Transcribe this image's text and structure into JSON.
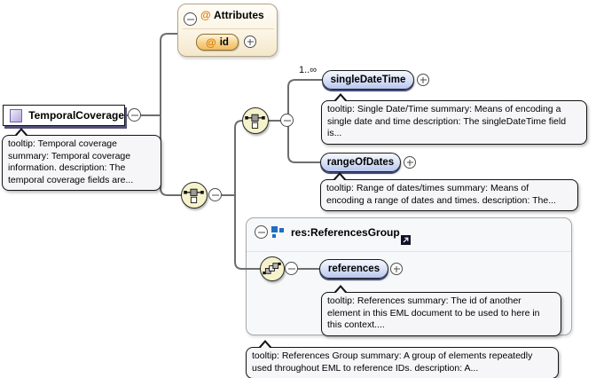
{
  "colors": {
    "element_fill": "#c9d4f2",
    "attribute_fill": "#f1bd62",
    "compositor_fill": "#f6f2cb",
    "group_icon_blue": "#1e6fc0",
    "at_orange": "#e07b00",
    "line_gray": "#6e6e6e"
  },
  "root": {
    "label": "TemporalCoverage",
    "tooltip_lines": [
      "tooltip: Temporal coverage",
      "summary: Temporal coverage",
      "information. description: The",
      "temporal coverage fields are..."
    ]
  },
  "attributes_panel": {
    "at_symbol": "@",
    "title": "Attributes",
    "attribute": {
      "at_symbol": "@",
      "name": "id"
    }
  },
  "single_date_time": {
    "cardinality": "1..∞",
    "label": "singleDateTime",
    "tooltip_lines": [
      "tooltip: Single Date/Time summary: Means of encoding a",
      "single date and time description: The singleDateTime field",
      "is..."
    ]
  },
  "range_of_dates": {
    "label": "rangeOfDates",
    "tooltip_lines": [
      "tooltip: Range of dates/times summary: Means of",
      "encoding a range of dates and times. description: The..."
    ]
  },
  "references_group": {
    "label": "res:ReferencesGroup",
    "tooltip_lines": [
      "tooltip: References Group summary: A group of elements repeatedly",
      "used throughout EML to reference IDs. description: A..."
    ]
  },
  "references": {
    "label": "references",
    "tooltip_lines": [
      "tooltip: References summary: The id of another",
      "element in this EML document to be used to here in",
      "this context...."
    ]
  }
}
